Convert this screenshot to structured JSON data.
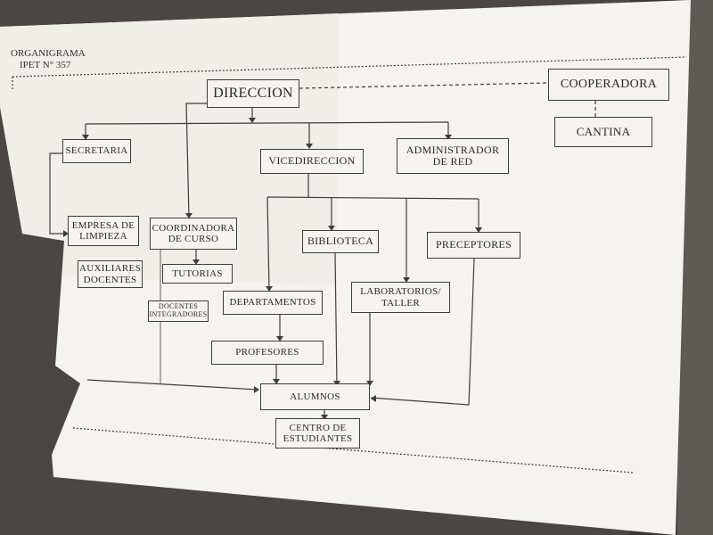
{
  "header": {
    "title": "ORGANIGRAMA",
    "subtitle": "IPET N° 357"
  },
  "nodes": {
    "direccion": "DIRECCION",
    "cooperadora": "COOPERADORA",
    "cantina": "CANTINA",
    "secretaria": "SECRETARIA",
    "vicedireccion": "VICEDIRECCION",
    "administrador_red": "ADMINISTRADOR DE RED",
    "empresa_limpieza": "EMPRESA DE LIMPIEZA",
    "auxiliares_docentes": "AUXILIARES DOCENTES",
    "coordinadora_curso": "COORDINADORA DE CURSO",
    "tutorias": "TUTORIAS",
    "docentes_integradores": "DOCENTES INTEGRADORES",
    "biblioteca": "BIBLIOTECA",
    "preceptores": "PRECEPTORES",
    "departamentos": "DEPARTAMENTOS",
    "laboratorios_taller": "LABORATORIOS/ TALLER",
    "profesores": "PROFESORES",
    "alumnos": "ALUMNOS",
    "centro_estudiantes": "CENTRO DE ESTUDIANTES"
  },
  "colors": {
    "paper": "#f4f3ef",
    "ink": "#3d3d3d",
    "background": "#4a4643"
  }
}
